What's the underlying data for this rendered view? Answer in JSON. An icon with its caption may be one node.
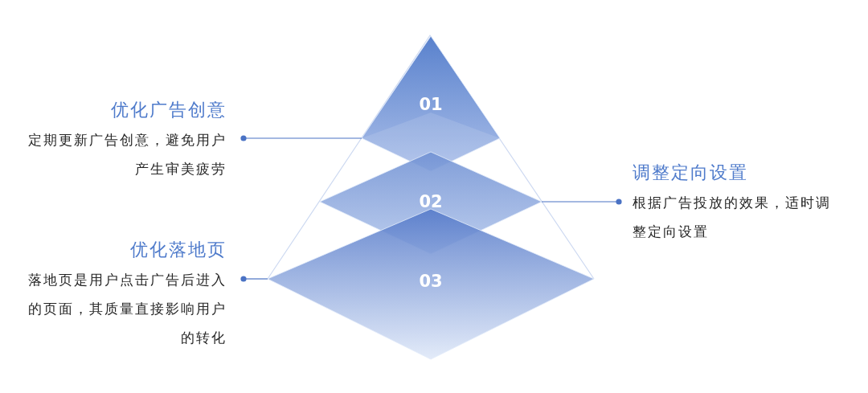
{
  "diagram": {
    "nodes": [
      {
        "text": [
          "优化广告创意",
          "定期更新广告创意，避免用户产生审美疲劳"
        ]
      },
      {
        "text": [
          "01"
        ]
      },
      {
        "text": [
          "调整定向设置",
          "根据广告投放的效果，适时调整定向设置"
        ]
      },
      {
        "text": [
          "02"
        ]
      },
      {
        "text": [
          "优化落地页",
          "落地页是用户点击广告后进入的页面，其质量直接影响用户的转化"
        ]
      },
      {
        "text": [
          "03"
        ]
      }
    ],
    "edges": [
      {
        "from": 0,
        "to": 1,
        "arrow": "other"
      },
      {
        "from": 2,
        "to": 3,
        "arrow": "other"
      },
      {
        "from": 4,
        "to": 5,
        "arrow": "other"
      }
    ]
  }
}
